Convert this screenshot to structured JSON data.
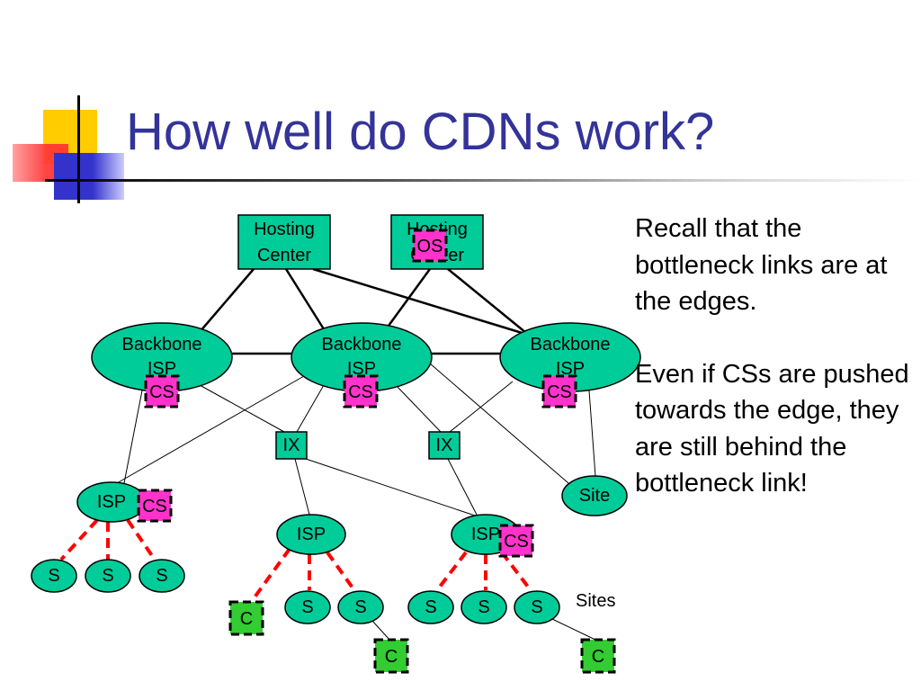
{
  "title": "How well do CDNs work?",
  "notes": [
    "Recall that the bottleneck links are at the edges.",
    "Even if CSs are pushed towards the edge, they are still behind the bottleneck link!"
  ],
  "colors": {
    "title": "#333399",
    "node_fill": "#00cc99",
    "cache_server_fill": "#ff33cc",
    "client_fill": "#33cc33",
    "edge_link": "#ff0000",
    "deco_yellow": "#ffcc00",
    "deco_red": "#ff3333",
    "deco_blue": "#3333cc"
  },
  "diagram": {
    "hosting_centers": [
      {
        "id": "hc1",
        "lines": [
          "Hosting",
          "Center"
        ]
      },
      {
        "id": "hc2",
        "lines": [
          "Hosting",
          "Center"
        ]
      }
    ],
    "origin_server": {
      "id": "os",
      "label": "OS",
      "attached_to": "hc2"
    },
    "backbone_isps": [
      {
        "id": "bb1",
        "lines": [
          "Backbone",
          "ISP"
        ]
      },
      {
        "id": "bb2",
        "lines": [
          "Backbone",
          "ISP"
        ]
      },
      {
        "id": "bb3",
        "lines": [
          "Backbone",
          "ISP"
        ]
      }
    ],
    "exchanges": [
      {
        "id": "ix1",
        "label": "IX"
      },
      {
        "id": "ix2",
        "label": "IX"
      }
    ],
    "isps": [
      {
        "id": "isp1",
        "label": "ISP"
      },
      {
        "id": "isp2",
        "label": "ISP"
      },
      {
        "id": "isp3",
        "label": "ISP"
      }
    ],
    "site": {
      "id": "site",
      "label": "Site"
    },
    "cache_servers": [
      {
        "id": "cs1",
        "label": "CS",
        "attached_to": "bb1"
      },
      {
        "id": "cs2",
        "label": "CS",
        "attached_to": "bb2"
      },
      {
        "id": "cs3",
        "label": "CS",
        "attached_to": "bb3"
      },
      {
        "id": "cs4",
        "label": "CS",
        "attached_to": "isp1"
      },
      {
        "id": "cs5",
        "label": "CS",
        "attached_to": "isp3"
      }
    ],
    "sites_label": "Sites",
    "site_nodes": [
      {
        "id": "s1",
        "label": "S"
      },
      {
        "id": "s2",
        "label": "S"
      },
      {
        "id": "s3",
        "label": "S"
      },
      {
        "id": "s4",
        "label": "S"
      },
      {
        "id": "s5",
        "label": "S"
      },
      {
        "id": "s6",
        "label": "S"
      },
      {
        "id": "s7",
        "label": "S"
      },
      {
        "id": "s8",
        "label": "S"
      }
    ],
    "clients": [
      {
        "id": "c1",
        "label": "C"
      },
      {
        "id": "c2",
        "label": "C"
      },
      {
        "id": "c3",
        "label": "C"
      }
    ],
    "links": [
      {
        "from": "hc1",
        "to": "bb1",
        "style": "backbone"
      },
      {
        "from": "hc1",
        "to": "bb2",
        "style": "backbone"
      },
      {
        "from": "hc1",
        "to": "bb3",
        "style": "backbone"
      },
      {
        "from": "hc2",
        "to": "bb2",
        "style": "backbone"
      },
      {
        "from": "hc2",
        "to": "bb3",
        "style": "backbone"
      },
      {
        "from": "bb1",
        "to": "bb2",
        "style": "backbone"
      },
      {
        "from": "bb2",
        "to": "bb3",
        "style": "backbone"
      },
      {
        "from": "bb1",
        "to": "ix1",
        "style": "thin"
      },
      {
        "from": "bb1",
        "to": "isp1",
        "style": "thin"
      },
      {
        "from": "bb2",
        "to": "isp1",
        "style": "thin"
      },
      {
        "from": "bb2",
        "to": "ix1",
        "style": "thin"
      },
      {
        "from": "bb2",
        "to": "ix2",
        "style": "thin"
      },
      {
        "from": "bb2",
        "to": "site",
        "style": "thin"
      },
      {
        "from": "bb3",
        "to": "ix2",
        "style": "thin"
      },
      {
        "from": "bb3",
        "to": "site",
        "style": "thin"
      },
      {
        "from": "ix1",
        "to": "isp2",
        "style": "thin"
      },
      {
        "from": "ix1",
        "to": "isp3",
        "style": "thin"
      },
      {
        "from": "ix2",
        "to": "isp3",
        "style": "thin"
      },
      {
        "from": "isp1",
        "to": "s1",
        "style": "edge"
      },
      {
        "from": "isp1",
        "to": "s2",
        "style": "edge"
      },
      {
        "from": "isp1",
        "to": "s3",
        "style": "edge"
      },
      {
        "from": "isp2",
        "to": "c1",
        "style": "edge"
      },
      {
        "from": "isp2",
        "to": "s4",
        "style": "edge"
      },
      {
        "from": "isp2",
        "to": "s5",
        "style": "edge"
      },
      {
        "from": "isp3",
        "to": "s6",
        "style": "edge"
      },
      {
        "from": "isp3",
        "to": "s7",
        "style": "edge"
      },
      {
        "from": "isp3",
        "to": "s8",
        "style": "edge"
      },
      {
        "from": "s5",
        "to": "c2",
        "style": "thin"
      },
      {
        "from": "s8",
        "to": "c3",
        "style": "thin"
      }
    ]
  }
}
